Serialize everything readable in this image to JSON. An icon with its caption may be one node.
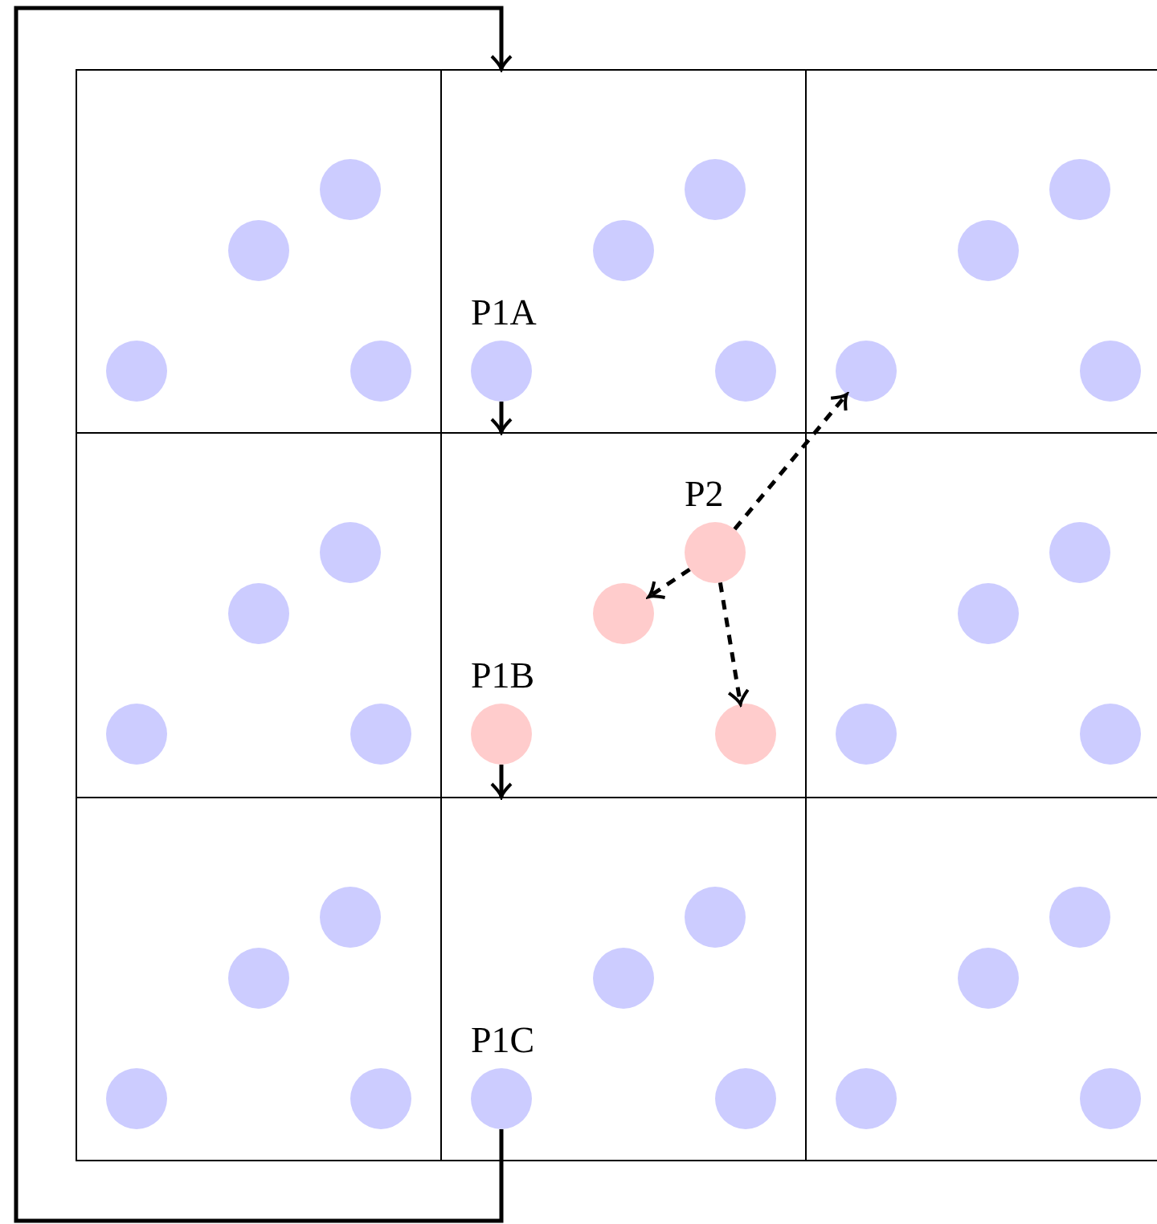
{
  "diagram": {
    "nodes": [
      {
        "text": [],
        "shape": "box"
      },
      {
        "text": [],
        "shape": "circle",
        "in": 0
      },
      {
        "text": [],
        "shape": "circle",
        "in": 0
      },
      {
        "text": [],
        "shape": "circle",
        "in": 0
      },
      {
        "text": [],
        "shape": "circle",
        "in": 0
      },
      {
        "text": [],
        "shape": "box"
      },
      {
        "text": [],
        "shape": "circle",
        "in": 5
      },
      {
        "text": [],
        "shape": "circle",
        "in": 5
      },
      {
        "text": [
          "P1A"
        ],
        "in": 5
      },
      {
        "text": [],
        "shape": "circle",
        "in": 5
      },
      {
        "text": [],
        "shape": "box"
      },
      {
        "text": [],
        "shape": "circle",
        "in": 10
      },
      {
        "text": [],
        "shape": "circle",
        "in": 10
      },
      {
        "text": [],
        "shape": "circle",
        "in": 10
      },
      {
        "text": [],
        "shape": "circle",
        "in": 10
      },
      {
        "text": [],
        "shape": "box"
      },
      {
        "text": [],
        "shape": "circle",
        "in": 15
      },
      {
        "text": [],
        "shape": "circle",
        "in": 15
      },
      {
        "text": [],
        "shape": "circle",
        "in": 15
      },
      {
        "text": [],
        "shape": "circle",
        "in": 15
      },
      {
        "text": [],
        "shape": "box"
      },
      {
        "text": [
          "P2"
        ],
        "in": 20
      },
      {
        "text": [],
        "shape": "circle",
        "in": 20
      },
      {
        "text": [
          "P1B"
        ],
        "in": 20
      },
      {
        "text": [],
        "shape": "circle",
        "in": 20
      },
      {
        "text": [],
        "shape": "box"
      },
      {
        "text": [],
        "shape": "circle",
        "in": 25
      },
      {
        "text": [],
        "shape": "circle",
        "in": 25
      },
      {
        "text": [],
        "shape": "circle",
        "in": 25
      },
      {
        "text": [],
        "shape": "circle",
        "in": 25
      },
      {
        "text": [],
        "shape": "box"
      },
      {
        "text": [],
        "shape": "circle",
        "in": 30
      },
      {
        "text": [],
        "shape": "circle",
        "in": 30
      },
      {
        "text": [],
        "shape": "circle",
        "in": 30
      },
      {
        "text": [],
        "shape": "circle",
        "in": 30
      },
      {
        "text": [],
        "shape": "box"
      },
      {
        "text": [],
        "shape": "circle",
        "in": 35
      },
      {
        "text": [],
        "shape": "circle",
        "in": 35
      },
      {
        "text": [
          "P1C"
        ],
        "in": 35
      },
      {
        "text": [],
        "shape": "circle",
        "in": 35
      },
      {
        "text": [],
        "shape": "box"
      },
      {
        "text": [],
        "shape": "circle",
        "in": 40
      },
      {
        "text": [],
        "shape": "circle",
        "in": 40
      },
      {
        "text": [],
        "shape": "circle",
        "in": 40
      },
      {
        "text": [],
        "shape": "circle",
        "in": 40
      }
    ],
    "edges": [
      {
        "from": 8,
        "to": 20,
        "arrow": "to"
      },
      {
        "from": 23,
        "to": 35,
        "arrow": "to"
      },
      {
        "from": 38,
        "to": 5,
        "arrow": "to"
      },
      {
        "from": 21,
        "to": 13,
        "arrow": "to",
        "style": "dashed"
      },
      {
        "from": 21,
        "to": 22,
        "arrow": "to",
        "style": "dashed"
      },
      {
        "from": 21,
        "to": 24,
        "arrow": "to",
        "style": "dashed"
      }
    ]
  }
}
